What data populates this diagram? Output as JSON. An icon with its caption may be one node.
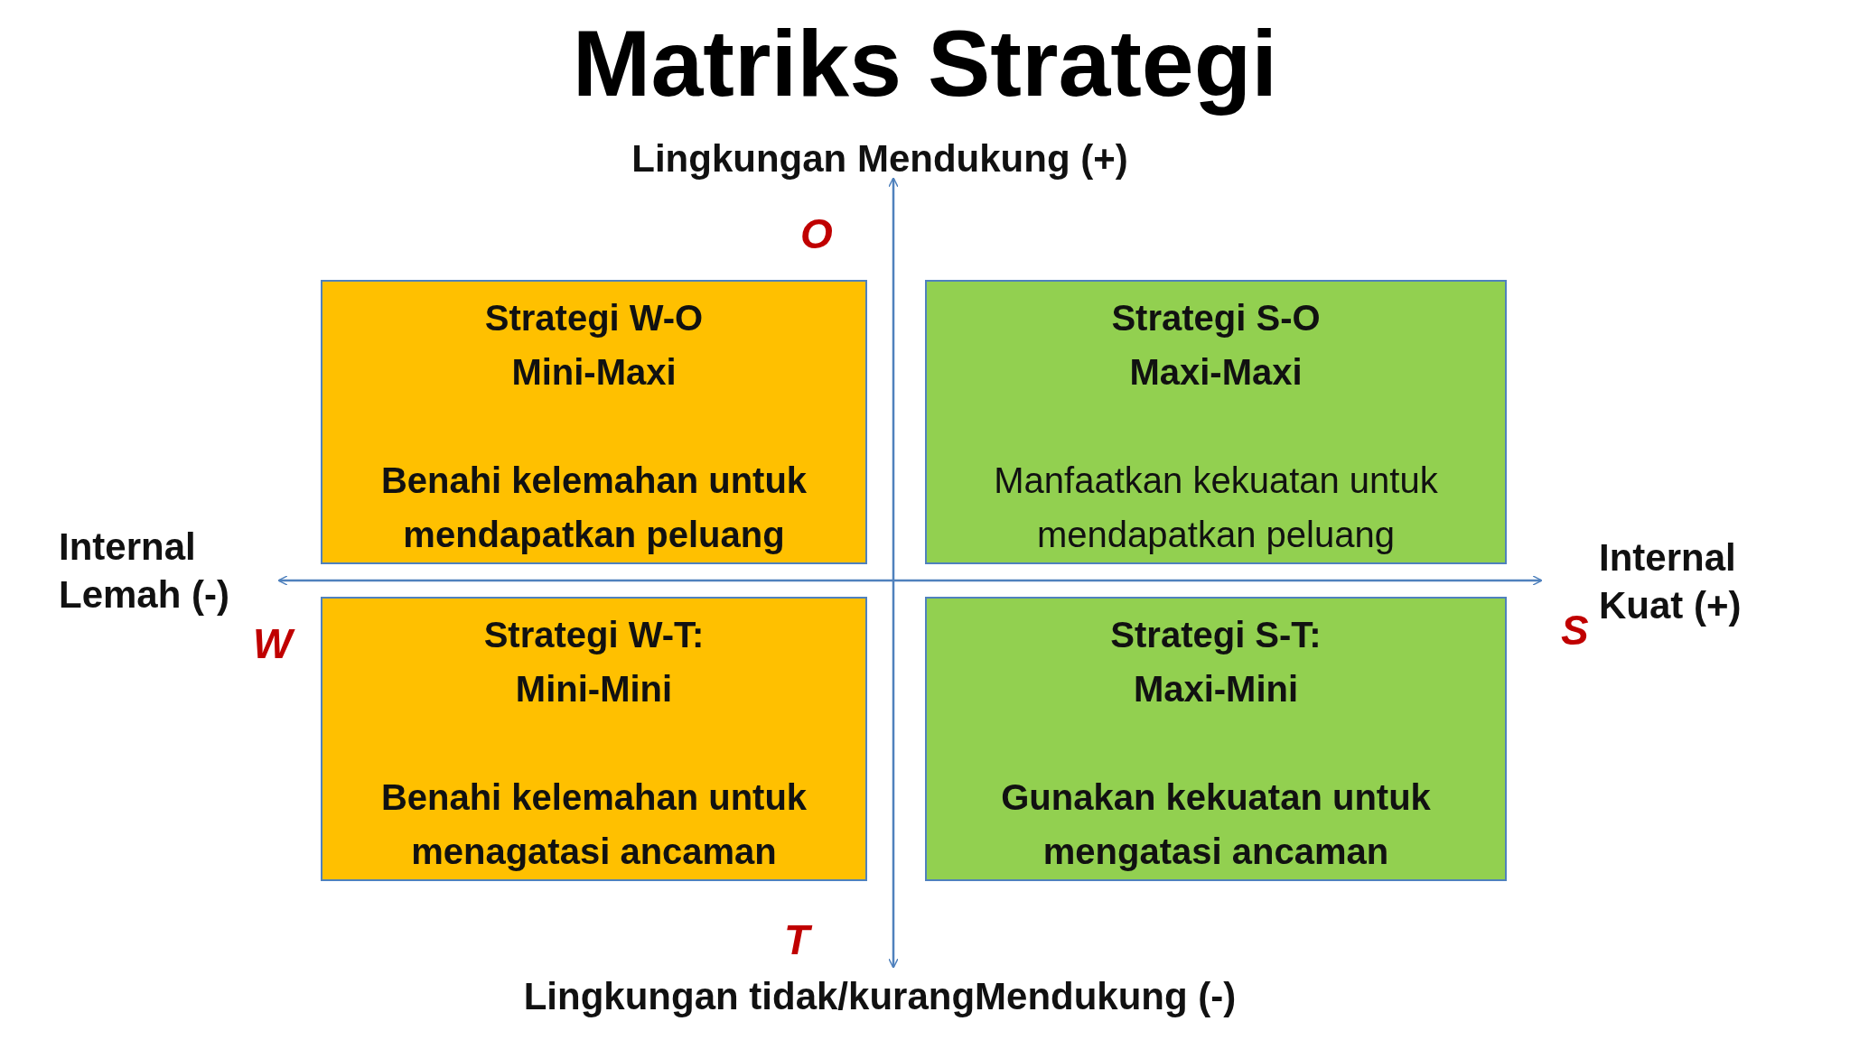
{
  "diagram": {
    "title": "Matriks Strategi",
    "nodes": [
      {
        "text": [
          "Strategi W-O",
          "Mini-Maxi",
          "Benahi kelemahan untuk mendapatkan peluang"
        ]
      },
      {
        "text": [
          "Strategi S-O",
          "Maxi-Maxi",
          "Manfaatkan kekuatan untuk mendapatkan peluang"
        ]
      },
      {
        "text": [
          "Strategi W-T:",
          "Mini-Mini",
          "Benahi kelemahan untuk menagatasi ancaman"
        ]
      },
      {
        "text": [
          "Strategi S-T:",
          "Maxi-Mini",
          "Gunakan kekuatan untuk mengatasi ancaman"
        ]
      }
    ],
    "edges": [],
    "labels": [
      "Lingkungan Mendukung (+)",
      "O",
      "Internal Lemah (-)",
      "W",
      "Internal Kuat (+)",
      "S",
      "T",
      "Lingkungan tidak/kurangMendukung (-)"
    ]
  }
}
